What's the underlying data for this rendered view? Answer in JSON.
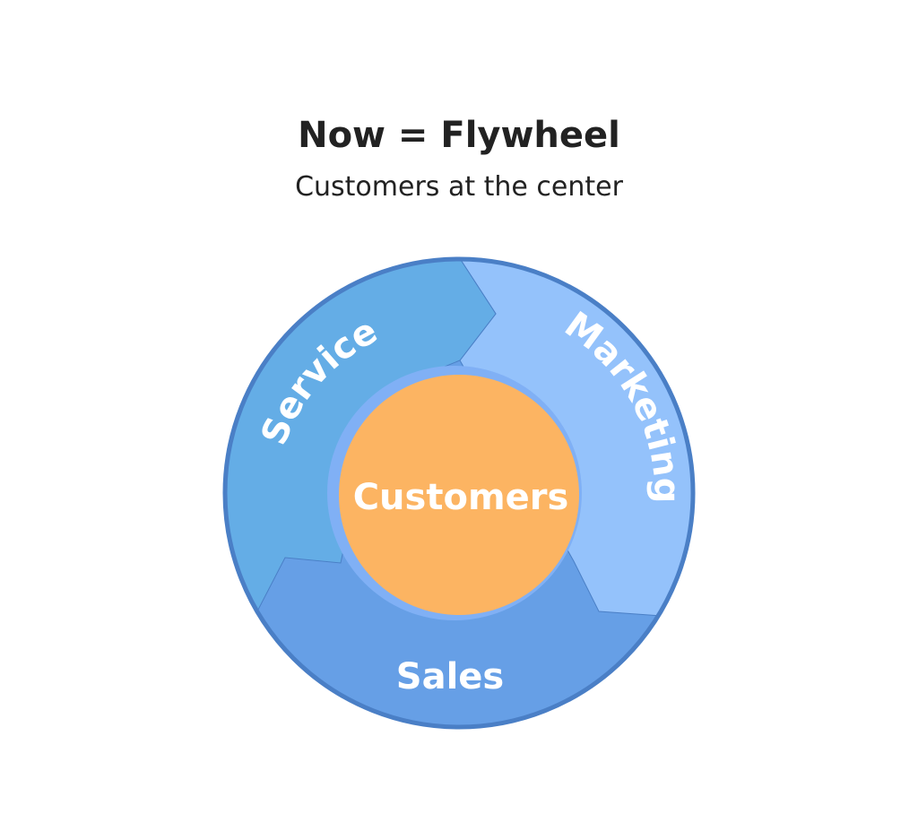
{
  "title": "Now = Flywheel",
  "subtitle": "Customers at the center",
  "flywheel": {
    "center": {
      "label": "Customers",
      "color": "#fcb462"
    },
    "segments": [
      {
        "label": "Service",
        "color": "#64ade6"
      },
      {
        "label": "Marketing",
        "color": "#94c2fb"
      },
      {
        "label": "Sales",
        "color": "#669fe6"
      }
    ],
    "outer_border_color": "#4a7fc6",
    "inner_ring_color": "#80b0f5"
  }
}
